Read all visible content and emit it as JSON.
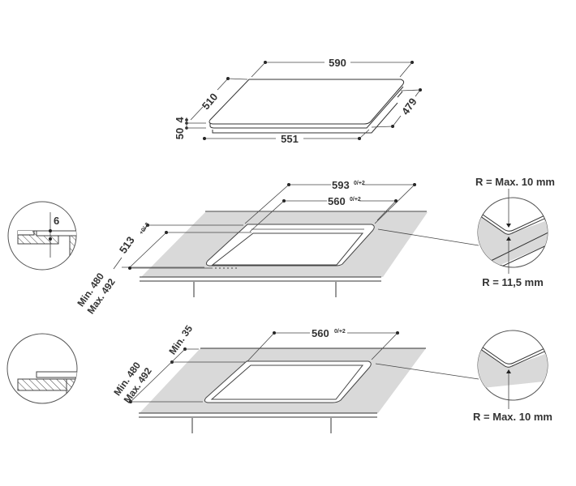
{
  "hob": {
    "width": "590",
    "depth": "510",
    "glass_thickness": "4",
    "body_height": "50",
    "body_width": "551",
    "body_depth": "479"
  },
  "cutout_flush": {
    "outer_width": "593",
    "outer_width_tol": "0/+2",
    "inner_width": "560",
    "inner_width_tol": "0/+2",
    "outer_depth": "513",
    "outer_depth_tol": "+0/-2",
    "worktop_depth_min": "Min. 480",
    "worktop_depth_max": "Max. 492",
    "step_depth": "6",
    "corner_radius_inner": "R = Max. 10 mm",
    "corner_radius_outer": "R = 11,5 mm"
  },
  "cutout_standard": {
    "width": "560",
    "width_tol": "0/+2",
    "front_distance": "Min. 35",
    "worktop_depth_min": "Min. 480",
    "worktop_depth_max": "Max. 492",
    "corner_radius": "R = Max. 10 mm"
  }
}
